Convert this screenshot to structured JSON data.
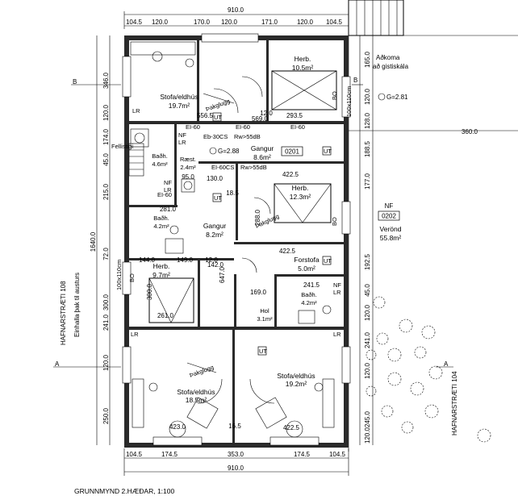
{
  "title": "GRUNNMYND 2.HÆÐAR, 1:100",
  "overall_width": "910.0",
  "top_dims": [
    "104.5",
    "120.0",
    "170.0",
    "120.0",
    "171.0",
    "120.0",
    "104.5"
  ],
  "bottom_dims": [
    "104.5",
    "174.5",
    "353.0",
    "174.5",
    "104.5"
  ],
  "left_dims": [
    "346.0",
    "120.0",
    "174.0",
    "45.0",
    "215.0",
    "1640.0",
    "72.0",
    "300.0",
    "241.0",
    "120.0",
    "250.0"
  ],
  "right_dims": [
    "165.0",
    "120.0",
    "128.0",
    "188.5",
    "177.0",
    "192.5",
    "45.0",
    "120.0",
    "241.0",
    "120.0",
    "245.0",
    "120.0"
  ],
  "sections": {
    "b_left": "B",
    "b_right": "B",
    "a_left": "A",
    "a_right": "A"
  },
  "streets": {
    "left": "HAFNARSTRÆTI 108",
    "right": "HAFNARSTRÆTI 104",
    "einhalla": "Einhalla þak til austurs"
  },
  "access": "Aðkoma\nað gistiskála",
  "g_marks": [
    "G=2.81",
    "G=2.88"
  ],
  "rooms": {
    "stofa_top": {
      "name": "Stofa/eldhús",
      "area": "19.7m²"
    },
    "herb_top": {
      "name": "Herb.",
      "area": "10.5m²"
    },
    "badh_left": {
      "name": "Baðh.",
      "area": "4.6m²"
    },
    "raest": {
      "name": "Ræst.",
      "area": "2.4m²"
    },
    "gangur_top": {
      "name": "Gangur",
      "area": "8.6m²"
    },
    "herb_mid": {
      "name": "Herb.",
      "area": "12.3m²"
    },
    "badh_mid": {
      "name": "Baðh.",
      "area": "4.2m²"
    },
    "gangur_mid": {
      "name": "Gangur",
      "area": "8.2m²"
    },
    "herb_left": {
      "name": "Herb.",
      "area": "9.7m²"
    },
    "forstofa": {
      "name": "Forstofa",
      "area": "5.0m²"
    },
    "hol": {
      "name": "Hol",
      "area": "3.1m²"
    },
    "badh_right": {
      "name": "Baðh.",
      "area": "4.2m²"
    },
    "stofa_bl": {
      "name": "Stofa/eldhús",
      "area": "18.5m²"
    },
    "stofa_br": {
      "name": "Stofa/eldhús",
      "area": "19.2m²"
    },
    "verond": {
      "name": "Verönd",
      "area": "55.8m²"
    }
  },
  "unit_tags": [
    "0201",
    "0202"
  ],
  "inner_dims": [
    "556.5",
    "569.0",
    "293.5",
    "12.0",
    "422.5",
    "422.5",
    "281.0",
    "144.0",
    "149.0",
    "12.0",
    "142.0",
    "647.0",
    "130.0",
    "95.0",
    "18.5",
    "261.0",
    "169.0",
    "241.5",
    "423.0",
    "422.5",
    "16.5",
    "288.0",
    "300.0",
    "360.0"
  ],
  "labels": {
    "ei60": "EI-60",
    "eics": "EI-60CS",
    "eb": "Eb-30CS",
    "rw": "Rw>55dB",
    "nf": "NF",
    "lr": "LR",
    "lr2": "LR",
    "bo": "BO",
    "ut": "UT",
    "fellistigi": "Fellistigi",
    "opn": "100x110cm",
    "opn2": "100x110cm",
    "sk": "Þakglugg"
  }
}
